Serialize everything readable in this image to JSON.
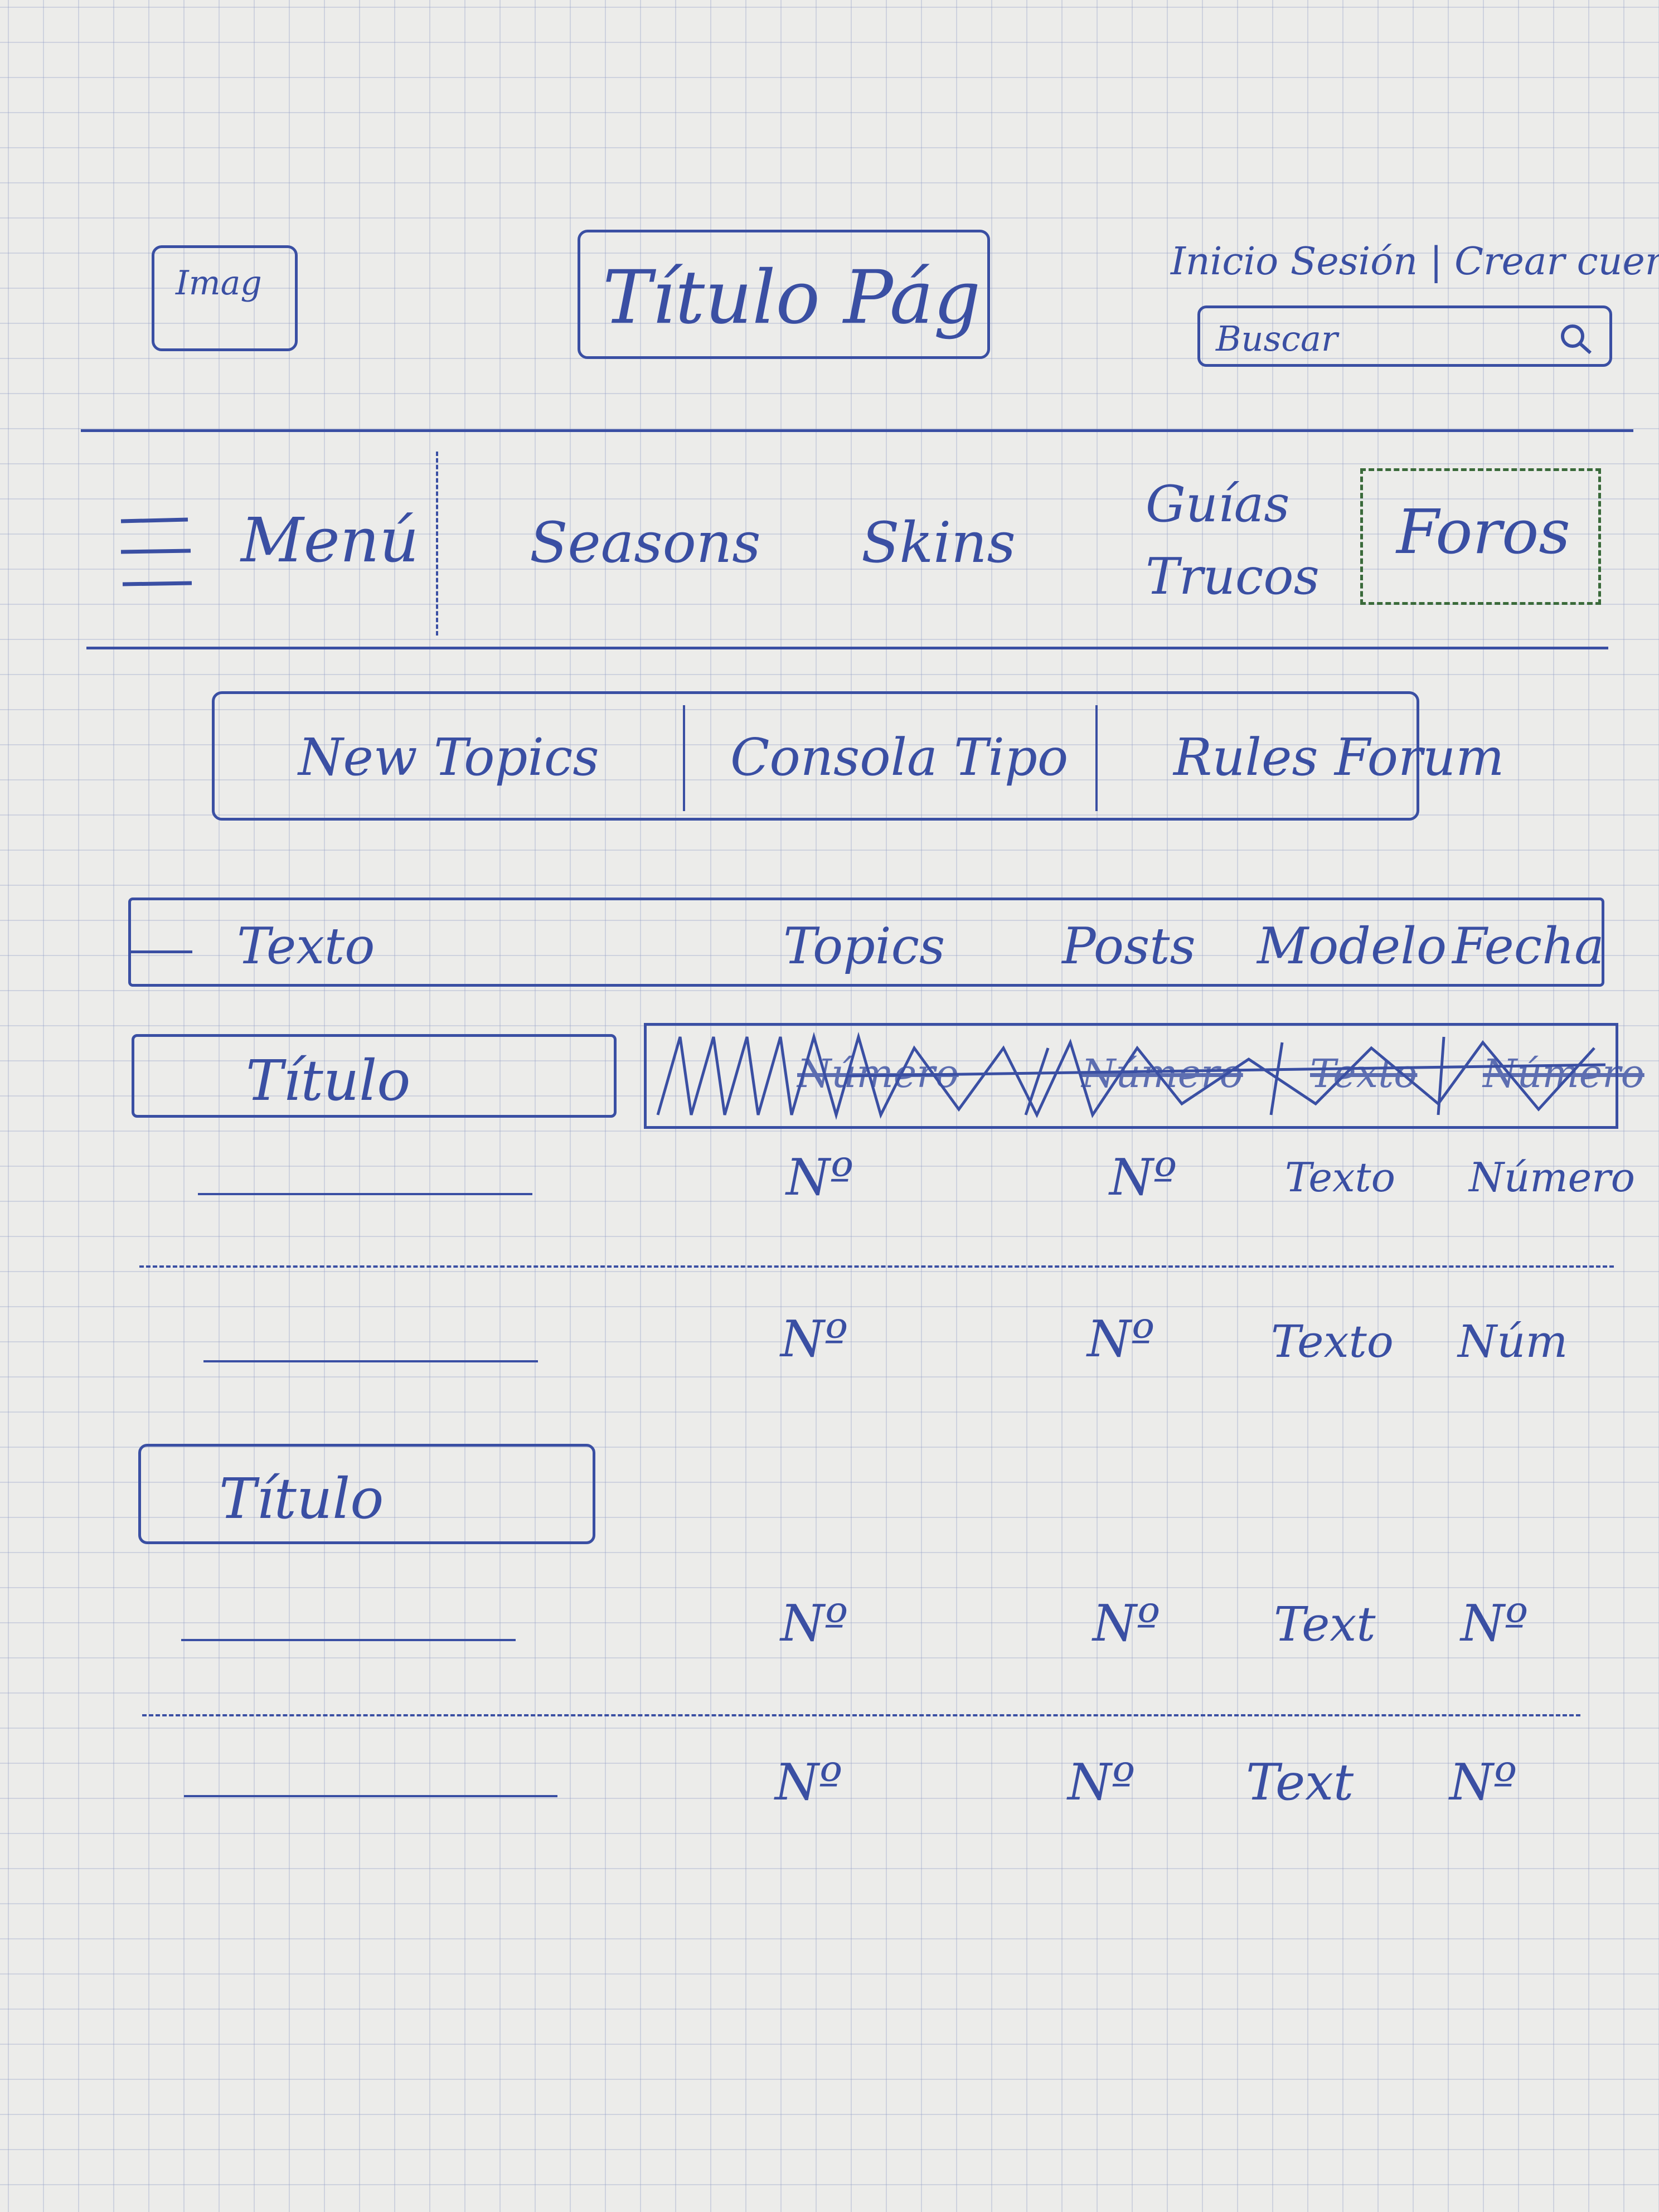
{
  "header": {
    "logo_label": "Imag",
    "page_title": "Título Pág",
    "auth_links": "Inicio Sesión | Crear cuenta",
    "search": {
      "placeholder": "Buscar",
      "icon": "search-icon"
    }
  },
  "nav": {
    "menu_icon": "hamburger-icon",
    "menu_label": "Menú",
    "items": [
      {
        "label": "Seasons"
      },
      {
        "label": "Skins"
      },
      {
        "label": "Guías Trucos"
      },
      {
        "label": "Foros"
      }
    ]
  },
  "forum_tabs": [
    {
      "label": "New Topics"
    },
    {
      "label": "Consola Tipo"
    },
    {
      "label": "Rules Forum"
    }
  ],
  "table_header": {
    "col_text": "Texto",
    "col_topics": "Topics",
    "col_posts": "Posts",
    "col_modelo": "Modelo",
    "col_fecha": "Fecha"
  },
  "sections": [
    {
      "title": "Título",
      "struck_out": [
        "Número",
        "Número",
        "Texto",
        "Número"
      ],
      "rows": [
        {
          "topics": "Nº",
          "posts": "Nº",
          "modelo": "Texto",
          "fecha": "Número"
        },
        {
          "topics": "Nº",
          "posts": "Nº",
          "modelo": "Texto",
          "fecha": "Núm"
        }
      ]
    },
    {
      "title": "Título",
      "rows": [
        {
          "topics": "Nº",
          "posts": "Nº",
          "modelo": "Text",
          "fecha": "Nº"
        },
        {
          "topics": "Nº",
          "posts": "Nº",
          "modelo": "Text",
          "fecha": "Nº"
        }
      ]
    }
  ],
  "colors": {
    "ink": "#3a4fa3",
    "paper": "#ececea"
  }
}
